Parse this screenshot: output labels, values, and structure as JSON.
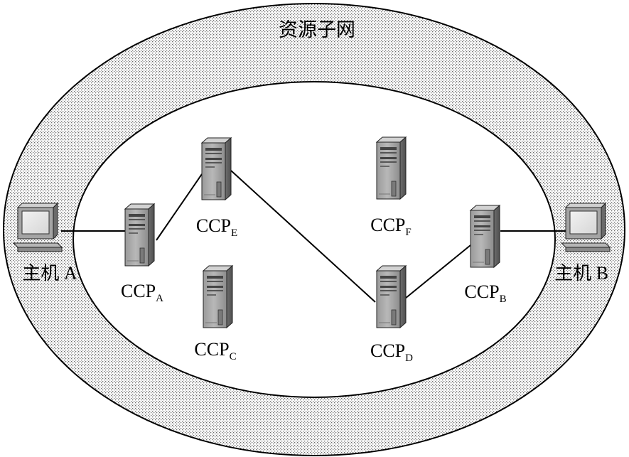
{
  "outer_region": {
    "label": "资源子网"
  },
  "nodes": {
    "ccp_a": {
      "label_main": "CCP",
      "label_sub": "A"
    },
    "ccp_b": {
      "label_main": "CCP",
      "label_sub": "B"
    },
    "ccp_c": {
      "label_main": "CCP",
      "label_sub": "C"
    },
    "ccp_d": {
      "label_main": "CCP",
      "label_sub": "D"
    },
    "ccp_e": {
      "label_main": "CCP",
      "label_sub": "E"
    },
    "ccp_f": {
      "label_main": "CCP",
      "label_sub": "F"
    }
  },
  "hosts": {
    "host_a": {
      "label": "主机 A"
    },
    "host_b": {
      "label": "主机 B"
    }
  },
  "links": [
    {
      "from": "host_a",
      "to": "ccp_a"
    },
    {
      "from": "ccp_a",
      "to": "ccp_e"
    },
    {
      "from": "ccp_e",
      "to": "ccp_d"
    },
    {
      "from": "ccp_d",
      "to": "ccp_b"
    },
    {
      "from": "ccp_b",
      "to": "host_b"
    }
  ]
}
